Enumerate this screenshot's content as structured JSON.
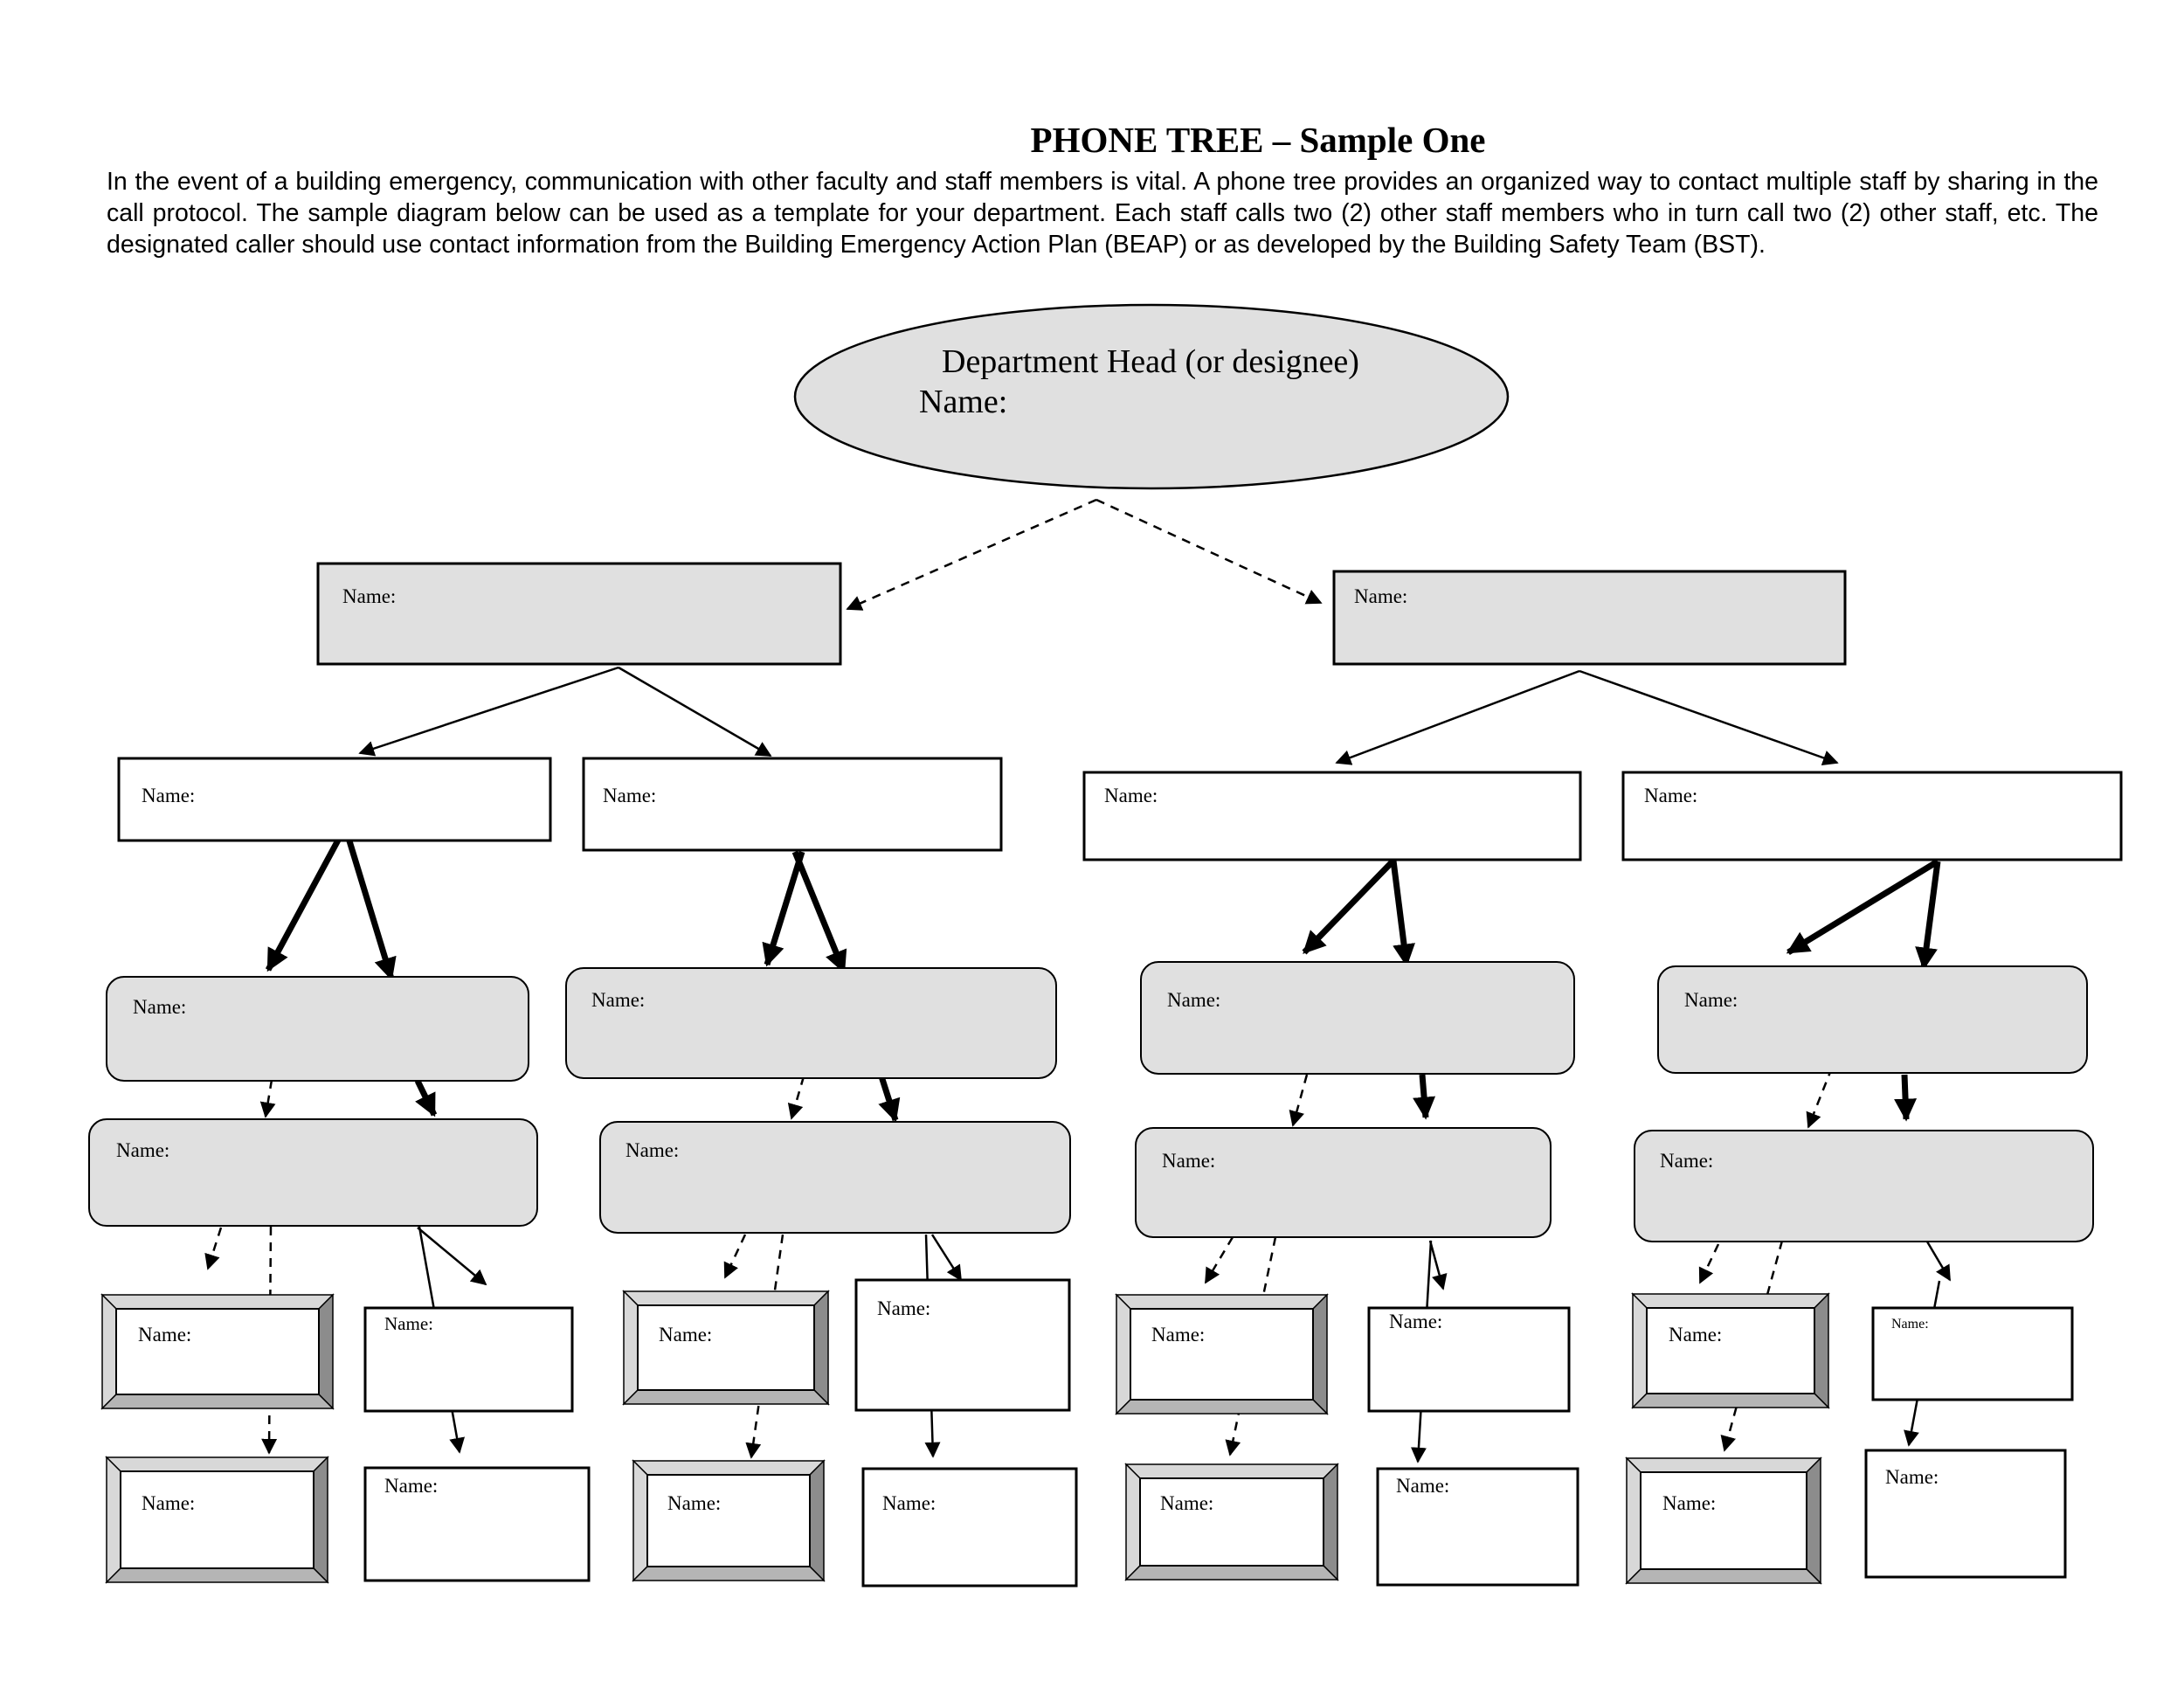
{
  "title": "PHONE TREE – Sample One",
  "intro": "In the event of a building emergency, communication with other faculty and staff members is vital. A phone tree provides an organized way to contact multiple staff by sharing in the call protocol. The sample diagram below can be used as a template for your department. Each staff calls two (2) other staff members who in turn call two (2) other staff, etc. The designated caller should use contact information from the Building Emergency Action Plan (BEAP) or as developed by the Building Safety Team (BST).",
  "head": {
    "line1": "Department Head (or designee)",
    "line2": "Name:"
  },
  "name_label": "Name:",
  "colors": {
    "box_fill": "#e0e0e0",
    "line": "#000000",
    "bevel_dark": "#8c8c8c",
    "bevel_light": "#d8d8d8"
  }
}
